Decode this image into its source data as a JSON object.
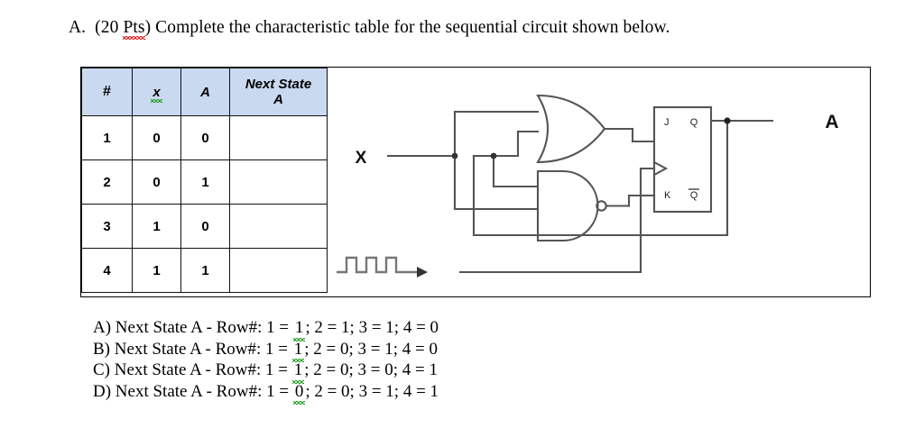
{
  "question": {
    "label": "A.",
    "points_prefix": "(20 ",
    "points_word": "Pts",
    "points_suffix": ")",
    "text": " Complete the characteristic table for the sequential circuit shown below."
  },
  "table": {
    "headers": {
      "hash": "#",
      "x": "x",
      "a": "A",
      "next_state_line1": "Next State",
      "next_state_line2": "A"
    },
    "rows": [
      {
        "num": "1",
        "x": "0",
        "a": "0",
        "next": ""
      },
      {
        "num": "2",
        "x": "0",
        "a": "1",
        "next": ""
      },
      {
        "num": "3",
        "x": "1",
        "a": "0",
        "next": ""
      },
      {
        "num": "4",
        "x": "1",
        "a": "1",
        "next": ""
      }
    ]
  },
  "circuit": {
    "input_label": "X",
    "output_label": "A",
    "clock_icon": "clock-waveform",
    "flipflop": {
      "type": "jk-flip-flop",
      "j": "J",
      "k": "K",
      "q": "Q",
      "qbar": "Q"
    },
    "gates": [
      {
        "name": "or-gate",
        "type": "OR"
      },
      {
        "name": "nand-gate",
        "type": "NAND"
      }
    ],
    "line_color": "#555555"
  },
  "answers": [
    {
      "id": "A",
      "prefix": "A) Next State A - Row#: 1 = ",
      "flagged": "1",
      "suffix": "; 2 = 1; 3 = 1; 4 = 0"
    },
    {
      "id": "B",
      "prefix": "B) Next State A - Row#: 1 = ",
      "flagged": "1",
      "suffix": "; 2 = 0; 3 = 1; 4 = 0"
    },
    {
      "id": "C",
      "prefix": "C) Next State A - Row#: 1 = ",
      "flagged": "1",
      "suffix": "; 2 = 0; 3 = 0; 4 = 1"
    },
    {
      "id": "D",
      "prefix": "D) Next State A - Row#: 1 = ",
      "flagged": "0",
      "suffix": "; 2 = 0; 3 = 1; 4 = 1"
    }
  ],
  "colors": {
    "header_bg": "#c9d9ef",
    "spellcheck_red": "#e21b1b",
    "grammar_green": "#22a022",
    "wire": "#555555"
  }
}
